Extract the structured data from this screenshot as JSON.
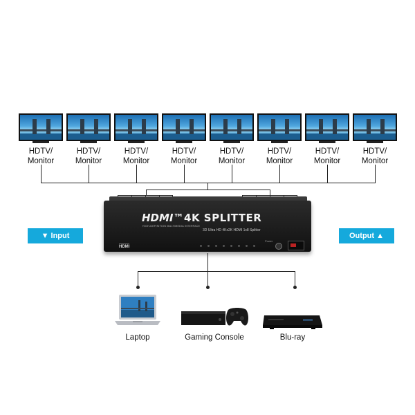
{
  "monitors": [
    {
      "label": "HDTV/ Monitor"
    },
    {
      "label": "HDTV/ Monitor"
    },
    {
      "label": "HDTV/ Monitor"
    },
    {
      "label": "HDTV/ Monitor"
    },
    {
      "label": "HDTV/ Monitor"
    },
    {
      "label": "HDTV/ Monitor"
    },
    {
      "label": "HDTV/ Monitor"
    },
    {
      "label": "HDTV/ Monitor"
    }
  ],
  "monitor_line1": "HDTV/",
  "monitor_line2": "Monitor",
  "splitter": {
    "brand_hdmi": "HDMI",
    "brand_rest": "4K SPLITTER",
    "brand_sub": "HIGH-DEFINITION MULTIMEDIA INTERFACE",
    "spec": "3D Ultra HD 4Kx2K HDMI 1x8 Splitter",
    "badge": "HDMI",
    "power_label": "Power"
  },
  "tags": {
    "input": "▼ Input",
    "output": "Output ▲"
  },
  "devices": {
    "laptop": "Laptop",
    "console": "Gaming Console",
    "bluray": "Blu-ray"
  },
  "colors": {
    "accent": "#15a9dc",
    "device_body": "#111111",
    "wire": "#222222"
  },
  "icons": [
    "tv-icon",
    "laptop-icon",
    "gaming-console-icon",
    "bluray-player-icon"
  ]
}
